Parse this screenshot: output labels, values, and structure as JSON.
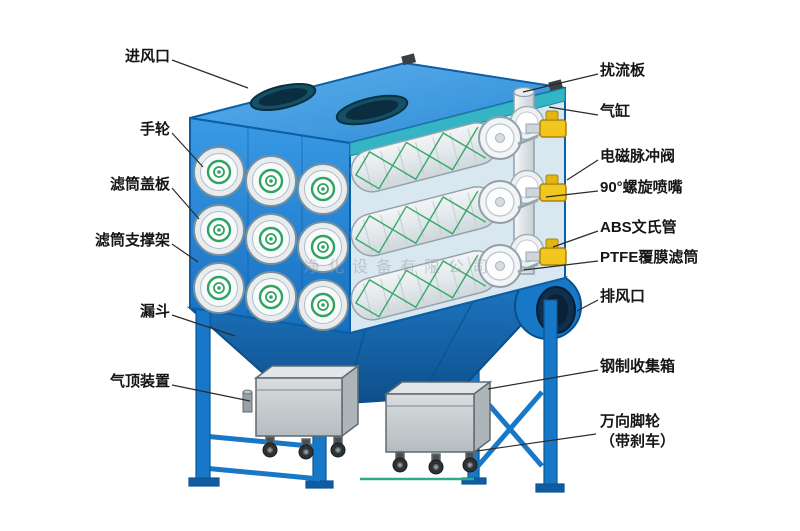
{
  "watermark": "净化设备有限公司",
  "labels": {
    "left": [
      {
        "text": "进风口"
      },
      {
        "text": "手轮"
      },
      {
        "text": "滤筒盖板"
      },
      {
        "text": "滤筒支撑架"
      },
      {
        "text": "漏斗"
      },
      {
        "text": "气顶装置"
      }
    ],
    "right": [
      {
        "text": "扰流板"
      },
      {
        "text": "气缸"
      },
      {
        "text": "电磁脉冲阀"
      },
      {
        "text": "90°螺旋喷嘴"
      },
      {
        "text": "ABS文氏管"
      },
      {
        "text": "PTFE覆膜滤筒"
      },
      {
        "text": "排风口"
      },
      {
        "text": "钢制收集箱"
      },
      {
        "text": "万向脚轮",
        "text2": "（带刹车）"
      }
    ]
  },
  "colors": {
    "housing_blue": "#1f7ecf",
    "housing_dark_blue": "#0b5fa6",
    "interior_gray_blue": "#d9e7f1",
    "baffle_teal": "#35b4c6",
    "mesh_green": "#37a86a",
    "valve_yellow": "#f2c61d",
    "collection_box_gray": "#ccd1d3",
    "label_text": "#151515",
    "leader_line": "#2b2b2b"
  }
}
